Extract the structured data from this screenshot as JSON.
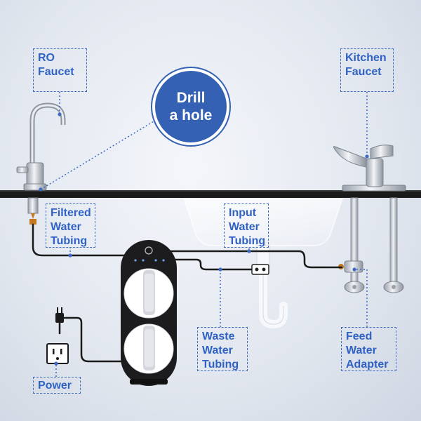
{
  "labels": {
    "ro_faucet": "RO\nFaucet",
    "kitchen_faucet": "Kitchen\nFaucet",
    "drill_hole": "Drill\na hole",
    "filtered_water_tubing": "Filtered\nWater\nTubing",
    "input_water_tubing": "Input\nWater\nTubing",
    "waste_water_tubing": "Waste\nWater\nTubing",
    "feed_water_adapter": "Feed\nWater\nAdapter",
    "power": "Power"
  },
  "colors": {
    "accent_blue": "#3561b5",
    "label_blue": "#2f62c4",
    "counter_black": "#1a1a1a",
    "unit_black": "#1c1c1e",
    "filter_white": "#ffffff",
    "background": "#e3e8f0"
  }
}
